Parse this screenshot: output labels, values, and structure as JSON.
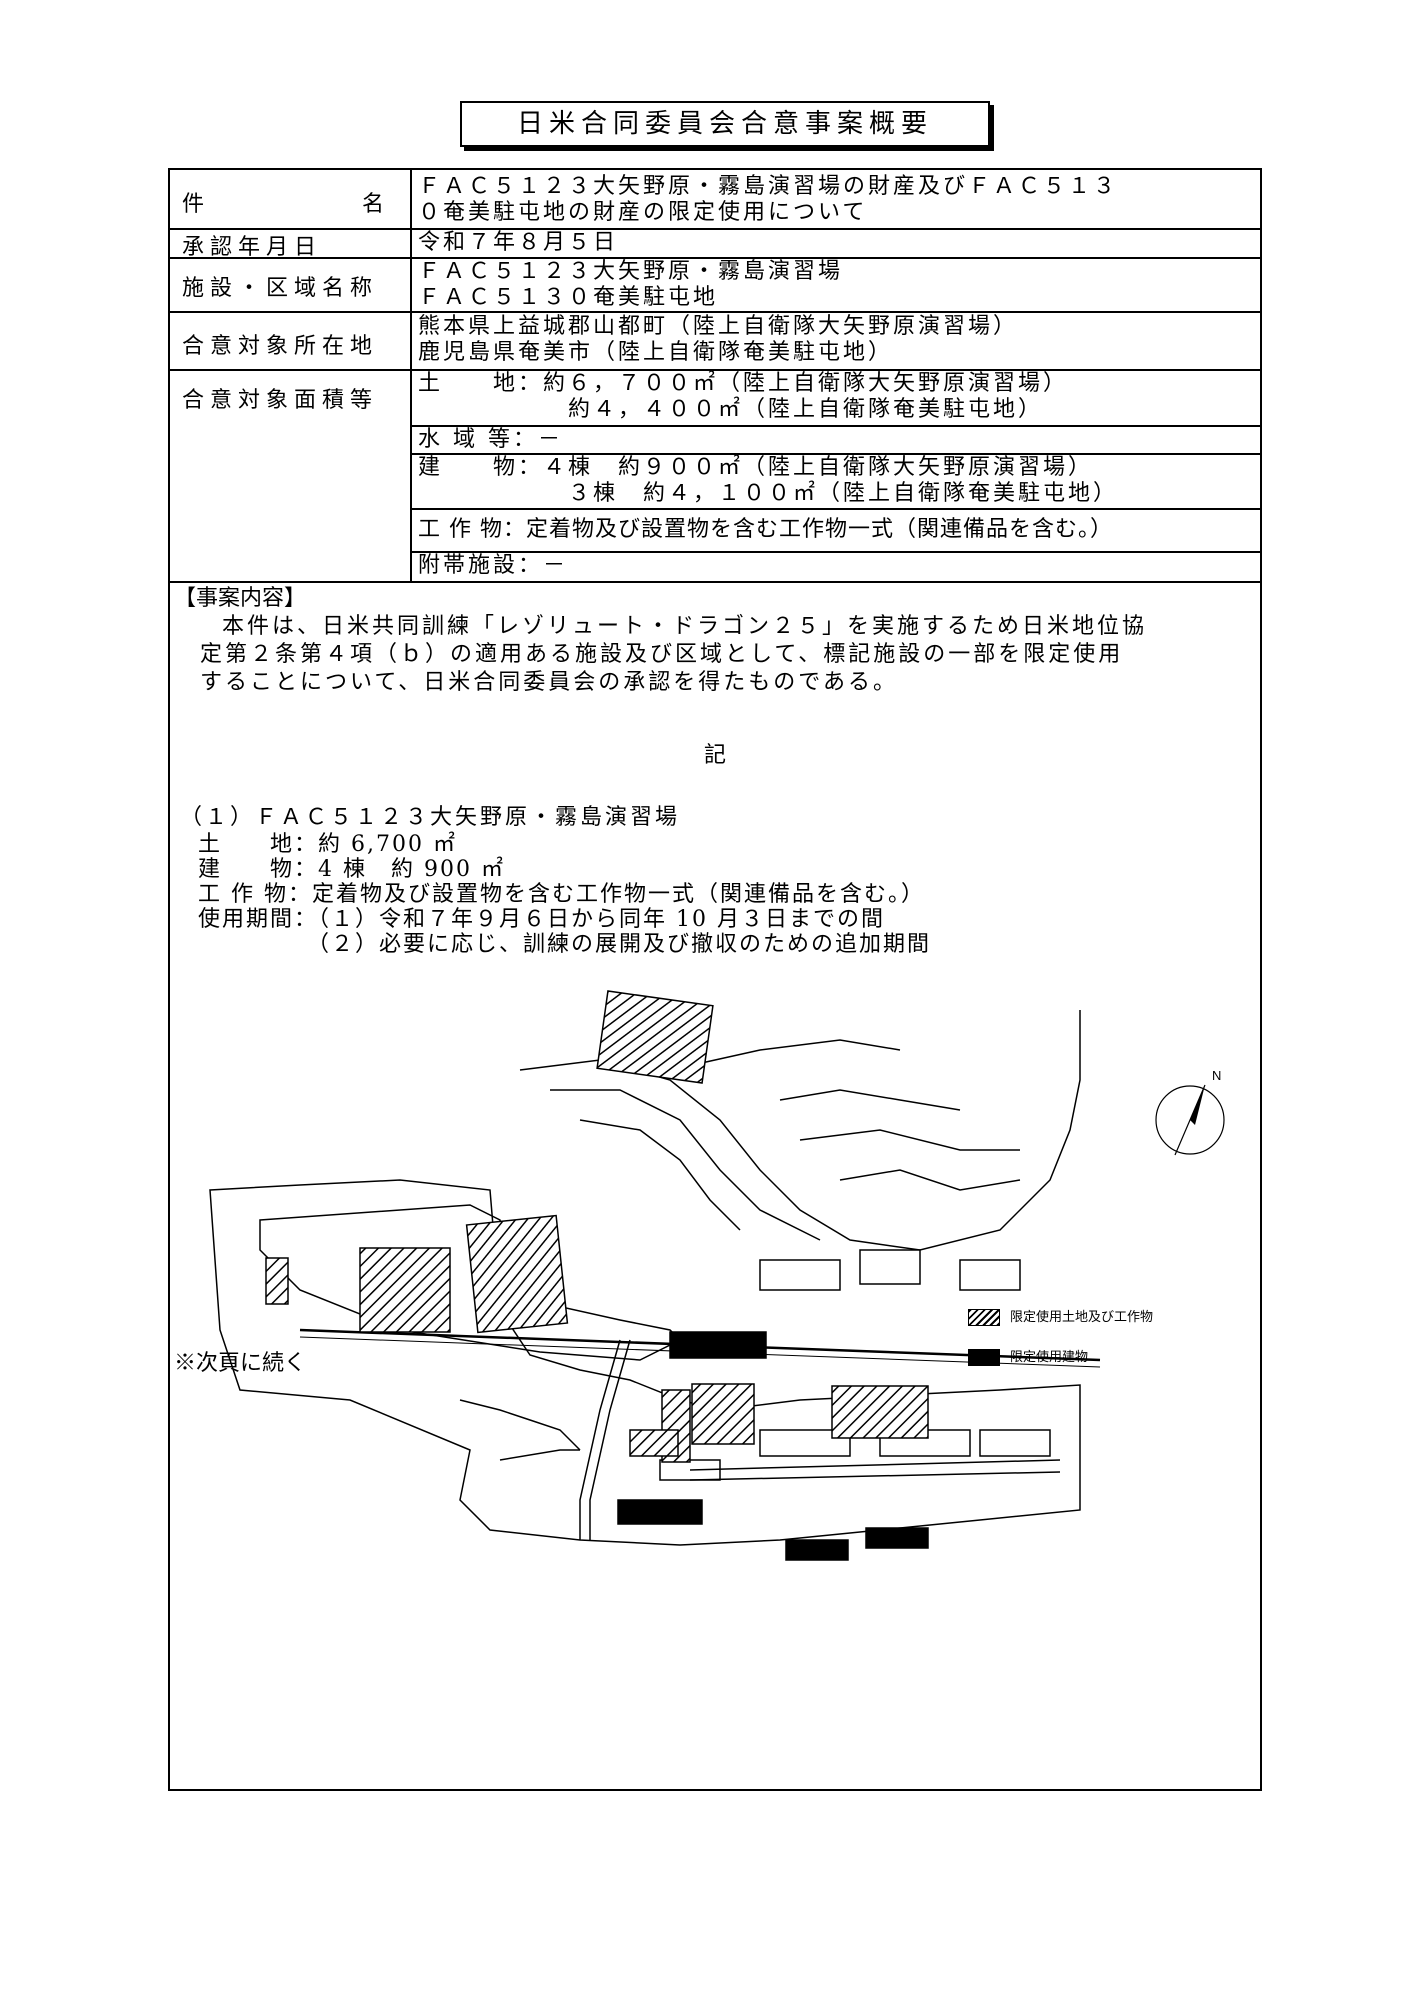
{
  "title": "日米合同委員会合意事案概要",
  "rows": {
    "subject": {
      "label": "件名",
      "lines": [
        "ＦＡＣ５１２３大矢野原・霧島演習場の財産及びＦＡＣ５１３",
        "０奄美駐屯地の財産の限定使用について"
      ]
    },
    "approval_date": {
      "label": "承認年月日",
      "value": "令和７年８月５日"
    },
    "facility": {
      "label": "施設・区域名称",
      "lines": [
        "ＦＡＣ５１２３大矢野原・霧島演習場",
        "ＦＡＣ５１３０奄美駐屯地"
      ]
    },
    "location": {
      "label": "合意対象所在地",
      "lines": [
        "熊本県上益城郡山都町（陸上自衛隊大矢野原演習場）",
        "鹿児島県奄美市（陸上自衛隊奄美駐屯地）"
      ]
    },
    "area_label": "合意対象面積等",
    "land": {
      "key": "土　　地：",
      "lines": [
        "約６，７００㎡（陸上自衛隊大矢野原演習場）",
        "約４，４００㎡（陸上自衛隊奄美駐屯地）"
      ]
    },
    "water": {
      "key": "水 域 等：",
      "value": "－"
    },
    "building": {
      "key": "建　　物：",
      "lines": [
        "４棟　約９００㎡（陸上自衛隊大矢野原演習場）",
        "３棟　約４，１００㎡（陸上自衛隊奄美駐屯地）"
      ]
    },
    "structure": {
      "key": "工 作 物：",
      "value": "定着物及び設置物を含む工作物一式（関連備品を含む。）"
    },
    "annex": {
      "key": "附帯施設：",
      "value": "－"
    }
  },
  "content": {
    "heading": "【事案内容】",
    "paragraph": [
      "本件は、日米共同訓練「レゾリュート・ドラゴン２５」を実施するため日米地位協",
      "定第２条第４項（ｂ）の適用ある施設及び区域として、標記施設の一部を限定使用",
      "することについて、日米合同委員会の承認を得たものである。"
    ],
    "ki": "記",
    "section_title": "（１）ＦＡＣ５１２３大矢野原・霧島演習場",
    "details": [
      "土　　地：約 6,700 ㎡",
      "建　　物：4 棟　約 900 ㎡",
      "工 作 物：定着物及び設置物を含む工作物一式（関連備品を含む。）",
      "使用期間：（１）令和７年９月６日から同年 10 月３日までの間",
      "　　　　　（２）必要に応じ、訓練の展開及び撤収のための追加期間"
    ],
    "north": "N",
    "legend_hatched": "限定使用土地及び工作物",
    "legend_solid": "限定使用建物",
    "continued": "※次頁に続く"
  }
}
